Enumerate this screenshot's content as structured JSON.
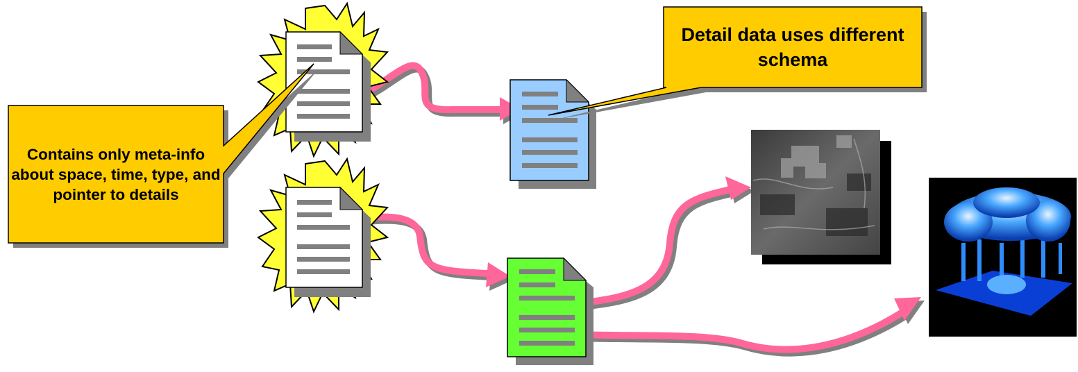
{
  "callouts": {
    "meta_info": "Contains only meta-info about space, time, type, and pointer to details",
    "schema_note": "Detail data uses different schema"
  },
  "colors": {
    "callout_fill": "#ffcc00",
    "starburst_fill": "#ffff33",
    "arrow_pink": "#ff6699",
    "blue_doc": "#99ccff",
    "green_doc": "#66ff33",
    "doc_line": "#808080",
    "shadow": "#808080"
  },
  "icons": {
    "metadata_docs": "document-with-starburst-icon",
    "detail_doc_blue": "document-icon",
    "detail_doc_green": "document-icon",
    "satellite_image": "grayscale-satellite-image",
    "lidar_render": "3d-forest-point-cloud-image"
  }
}
